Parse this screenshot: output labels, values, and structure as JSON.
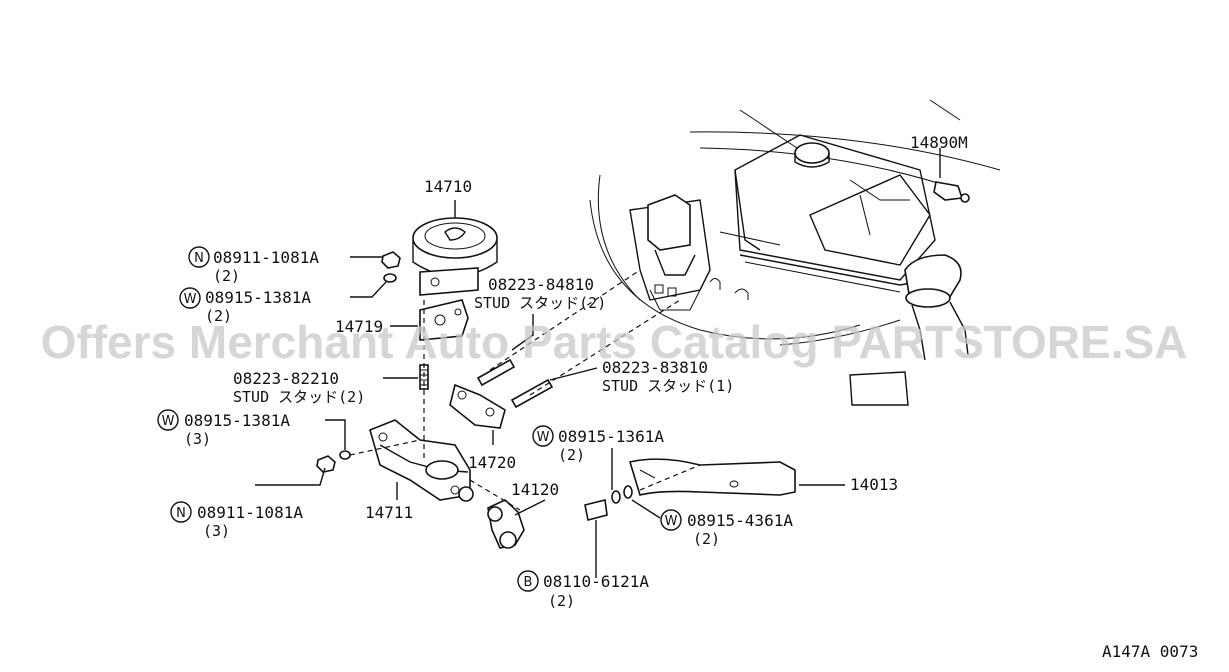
{
  "diagram": {
    "ref_code": "A147A 0073",
    "watermark": "Offers Merchant Auto Parts Catalog PARTSTORE.SA",
    "callouts": {
      "p14890M": "14890M",
      "p14710": "14710",
      "n08911_top": {
        "mark": "N",
        "num": "08911-1081A",
        "qty": "(2)"
      },
      "w08915_1381_top": {
        "mark": "W",
        "num": "08915-1381A",
        "qty": "(2)"
      },
      "p14719": "14719",
      "stud84810": {
        "num": "08223-84810",
        "desc": "STUD スタッド(2)"
      },
      "stud82210": {
        "num": "08223-82210",
        "desc": "STUD スタッド(2)"
      },
      "stud83810": {
        "num": "08223-83810",
        "desc": "STUD スタッド(1)"
      },
      "w08915_1381_mid": {
        "mark": "W",
        "num": "08915-1381A",
        "qty": "(3)"
      },
      "w08915_1361": {
        "mark": "W",
        "num": "08915-1361A",
        "qty": "(2)"
      },
      "p14720": "14720",
      "p14013": "14013",
      "p14120": "14120",
      "n08911_bot": {
        "mark": "N",
        "num": "08911-1081A",
        "qty": "(3)"
      },
      "p14711": "14711",
      "w08915_4361": {
        "mark": "W",
        "num": "08915-4361A",
        "qty": "(2)"
      },
      "b08110": {
        "mark": "B",
        "num": "08110-6121A",
        "qty": "(2)"
      }
    }
  }
}
